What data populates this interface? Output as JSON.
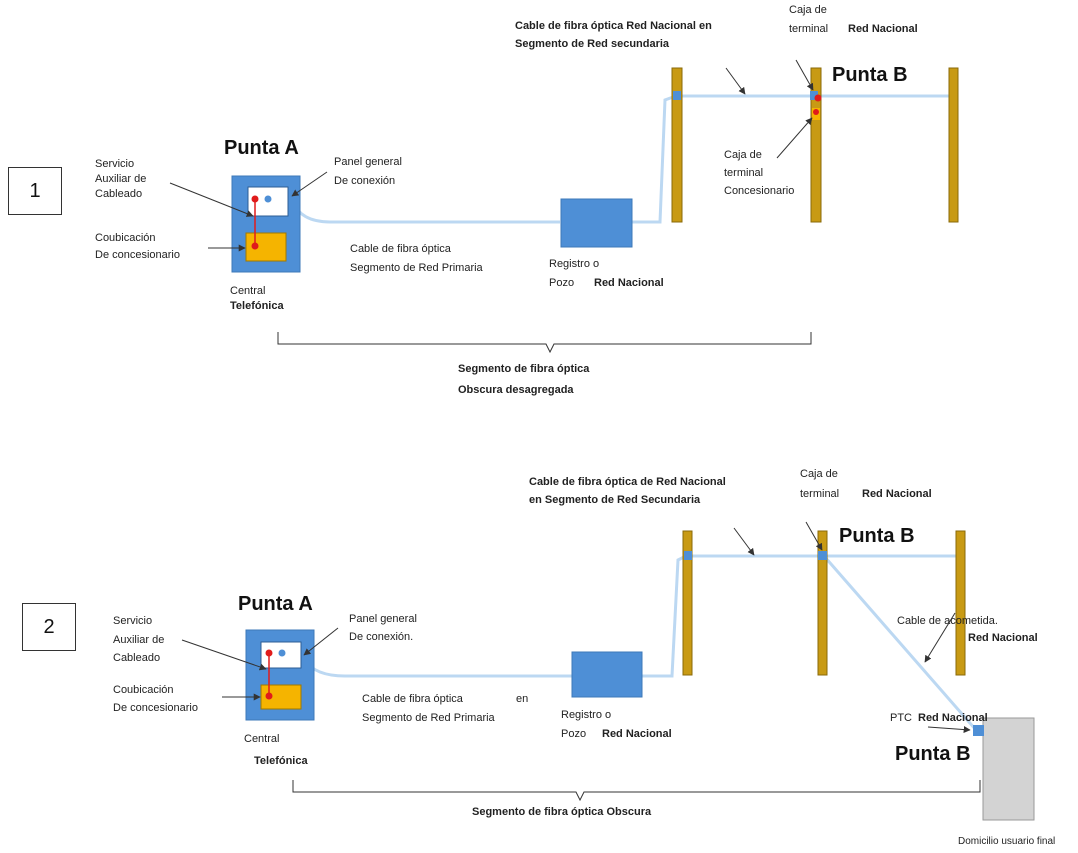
{
  "colors": {
    "pole": "#c89a14",
    "pole_edge": "#8a6a08",
    "central_box": "#4e8fd6",
    "registro": "#4e8fd6",
    "fiber": "#bcd8f2",
    "coubicacion": "#f5b400",
    "port_red": "#e01b1b",
    "port_blue": "#4e8fd6",
    "domicilio": "#d3d3d3",
    "arrow": "#333333"
  },
  "diagram1": {
    "number": "1",
    "punta_a": "Punta A",
    "punta_b": "Punta B",
    "servicio_1": "Servicio",
    "servicio_2": "Auxiliar de",
    "servicio_3": "Cableado",
    "coub_1": "Coubicación",
    "coub_2": "De concesionario",
    "central_1": "Central",
    "central_2": "Telefónica",
    "panel_1": "Panel general",
    "panel_2": "De conexión",
    "cable_prim_1": "Cable de fibra óptica",
    "cable_prim_2": "Segmento de Red Primaria",
    "registro_1": "Registro o",
    "registro_2a": "Pozo",
    "registro_2b": "Red Nacional",
    "cable_sec_1": "Cable de fibra óptica Red Nacional en",
    "cable_sec_2": "Segmento de Red secundaria",
    "caja_1": "Caja de",
    "caja_2a": "terminal",
    "caja_2b": "Red Nacional",
    "caja_conc_1": "Caja de",
    "caja_conc_2": "terminal",
    "caja_conc_3": "Concesionario",
    "segmento_1": "Segmento de fibra óptica",
    "segmento_2": "Obscura desagregada"
  },
  "diagram2": {
    "number": "2",
    "punta_a": "Punta A",
    "punta_b": "Punta B",
    "punta_b2": "Punta B",
    "servicio_1": "Servicio",
    "servicio_2": "Auxiliar de",
    "servicio_3": "Cableado",
    "coub_1": "Coubicación",
    "coub_2": "De concesionario",
    "central_1": "Central",
    "central_2": "Telefónica",
    "panel_1": "Panel general",
    "panel_2": "De conexión.",
    "cable_prim_1a": "Cable de fibra óptica",
    "cable_prim_1b": "en",
    "cable_prim_2": "Segmento de Red Primaria",
    "registro_1": "Registro o",
    "registro_2a": "Pozo",
    "registro_2b": "Red Nacional",
    "cable_sec_1": "Cable de fibra óptica de Red Nacional",
    "cable_sec_2": "en Segmento de Red Secundaria",
    "caja_1": "Caja de",
    "caja_2a": "terminal",
    "caja_2b": "Red Nacional",
    "acometida_1": "Cable de acometida.",
    "acometida_2": "Red Nacional",
    "ptc_a": "PTC",
    "ptc_b": "Red Nacional",
    "domicilio": "Domicilio usuario final",
    "segmento": "Segmento de fibra óptica Obscura"
  }
}
